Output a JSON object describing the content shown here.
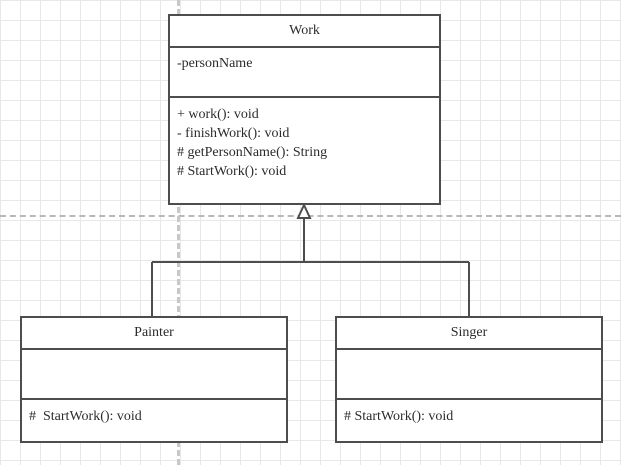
{
  "diagram": {
    "kind": "uml-class-diagram",
    "background": "#ffffff",
    "grid_color": "#e8e8e8",
    "grid_major_color": "#cfcfcf",
    "stroke_color": "#4d4d4d",
    "text_color": "#2b2b2b",
    "guide_color": "#b8b8b8"
  },
  "classes": {
    "work": {
      "name": "Work",
      "attributes": [
        "-personName"
      ],
      "operations": [
        "+ work(): void",
        "- finishWork(): void",
        "# getPersonName(): String",
        "# StartWork(): void"
      ]
    },
    "painter": {
      "name": "Painter",
      "attributes": [],
      "operations": [
        "#  StartWork(): void"
      ]
    },
    "singer": {
      "name": "Singer",
      "attributes": [],
      "operations": [
        "# StartWork(): void"
      ]
    }
  },
  "relationships": [
    {
      "type": "generalization",
      "from": "painter",
      "to": "work",
      "arrow": "hollow-triangle"
    },
    {
      "type": "generalization",
      "from": "singer",
      "to": "work",
      "arrow": "hollow-triangle"
    }
  ]
}
